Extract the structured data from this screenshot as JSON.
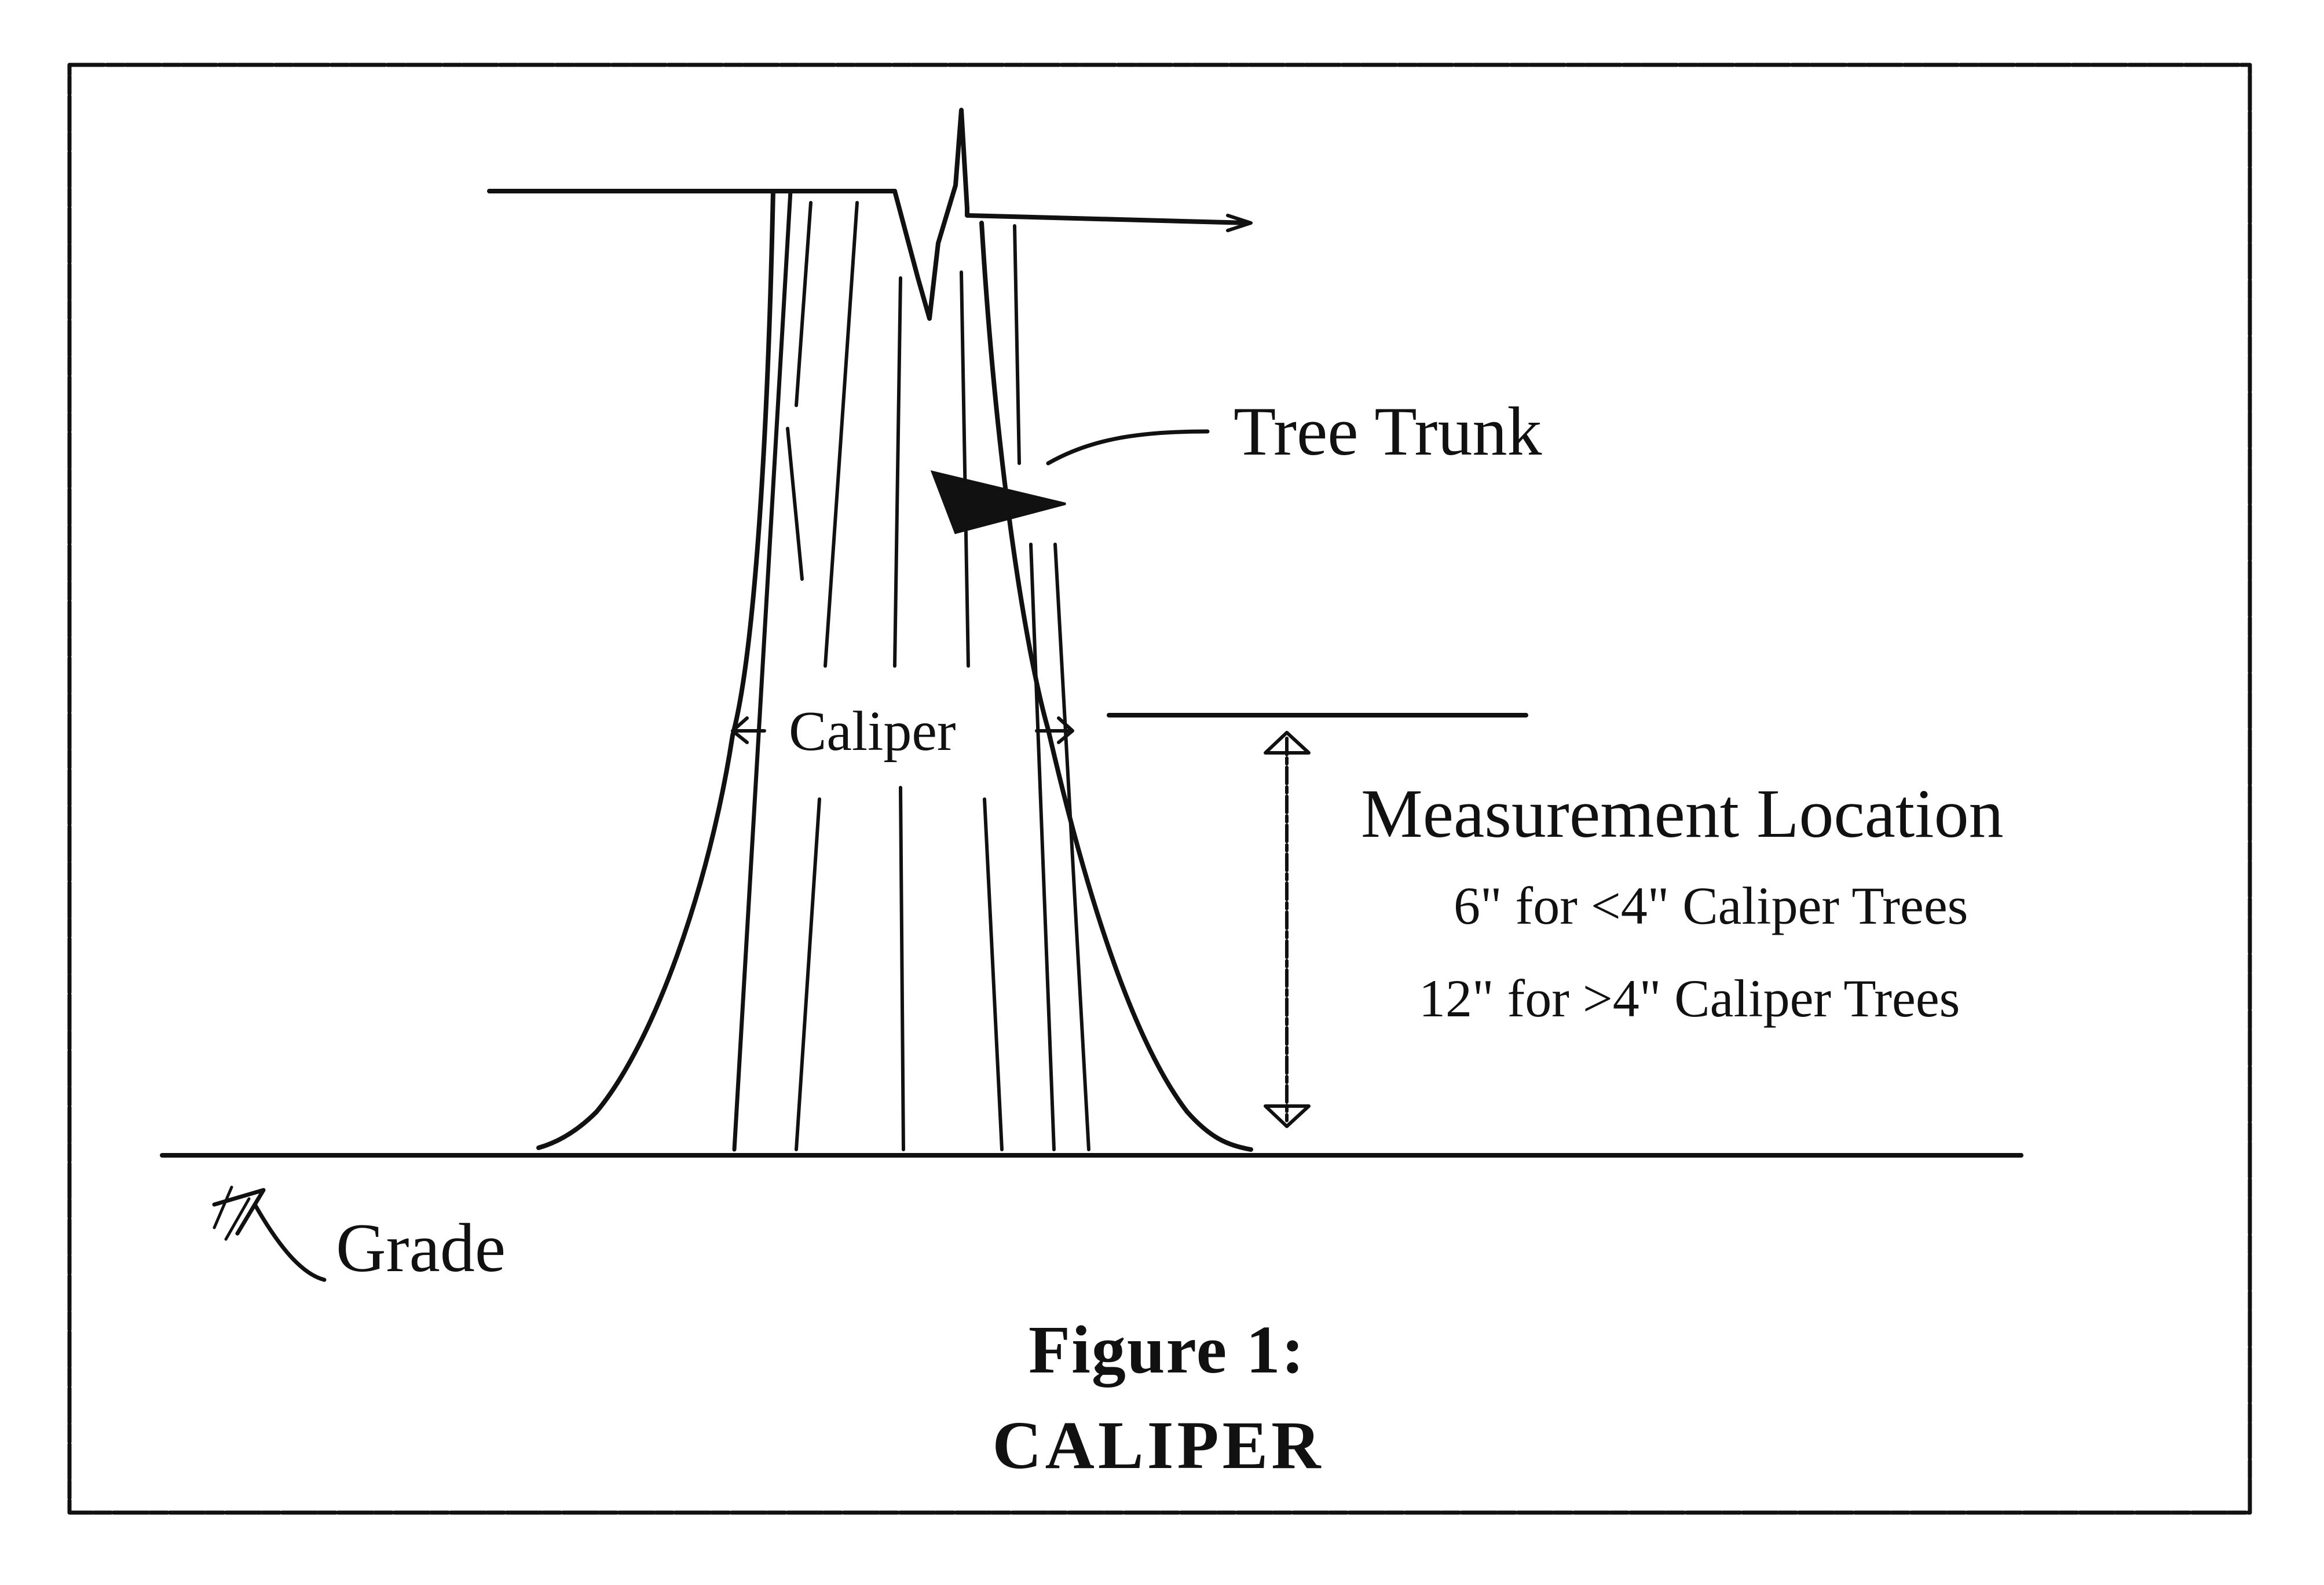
{
  "labels": {
    "tree_trunk": "Tree Trunk",
    "caliper": "Caliper",
    "measurement_location": "Measurement Location",
    "rule_small": "6\" for <4\" Caliper Trees",
    "rule_large": "12\" for >4\" Caliper Trees",
    "grade": "Grade"
  },
  "caption": {
    "line1": "Figure 1:",
    "line2": "CALIPER"
  },
  "colors": {
    "ink": "#111111",
    "background": "#ffffff"
  }
}
